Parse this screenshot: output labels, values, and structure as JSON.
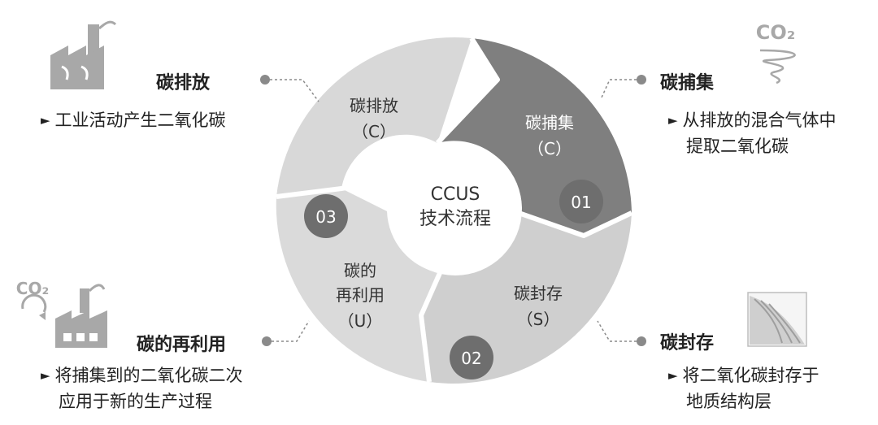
{
  "center": {
    "line1": "CCUS",
    "line2": "技术流程"
  },
  "segments": [
    {
      "name": "碳排放",
      "code": "（C）"
    },
    {
      "name": "碳捕集",
      "code": "（C）",
      "badge": "01"
    },
    {
      "name": "碳封存",
      "code": "（S）",
      "badge": "02"
    },
    {
      "name1": "碳的",
      "name2": "再利用",
      "code": "（U）",
      "badge": "03"
    }
  ],
  "callouts": {
    "emission": {
      "title": "碳排放",
      "desc": [
        "工业活动产生二氧化碳"
      ],
      "icon": "factory-icon"
    },
    "capture": {
      "title": "碳捕集",
      "desc": [
        "从排放的混合气体中",
        "提取二氧化碳"
      ],
      "icon": "co2-spiral-icon"
    },
    "storage": {
      "title": "碳封存",
      "desc": [
        "将二氧化碳封存于",
        "地质结构层"
      ],
      "icon": "rock-layer-icon"
    },
    "reuse": {
      "title": "碳的再利用",
      "desc": [
        "将捕集到的二氧化碳二次",
        "应用于新的生产过程"
      ],
      "icon": "co2-recycle-factory-icon"
    }
  },
  "icon_text": {
    "co2": "CO₂"
  },
  "colors": {
    "light": "#d6d6d6",
    "dark": "#7f7f7f",
    "badge": "#6e6e6e",
    "mid": "#c4c4c4"
  }
}
